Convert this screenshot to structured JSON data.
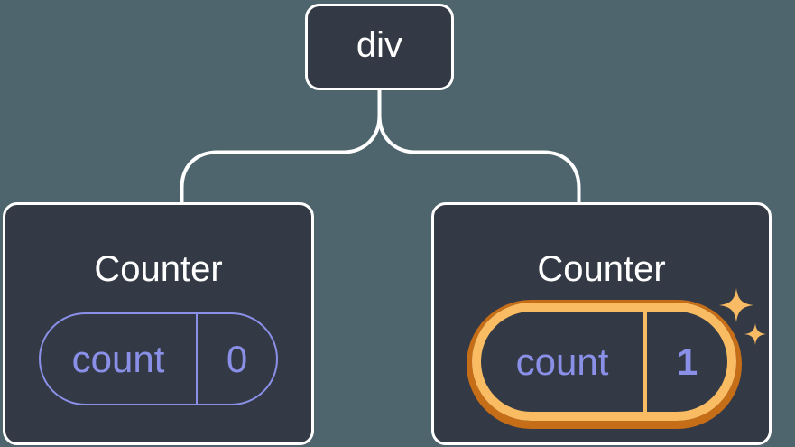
{
  "canvas": {
    "background": "#4E656E"
  },
  "colors": {
    "node_background": "#343A45",
    "node_border": "#FFFFFF",
    "connector": "#FFFFFF",
    "state_lavender": "#8A90E8",
    "highlight_gold": "#FABC63",
    "highlight_dark_orange": "#C66D17",
    "title_text": "#FFFFFF"
  },
  "tree": {
    "root_node": {
      "label": "div"
    },
    "counters": [
      {
        "title": "Counter",
        "state_key": "count",
        "state_value": "0",
        "highlighted": false
      },
      {
        "title": "Counter",
        "state_key": "count",
        "state_value": "1",
        "highlighted": true,
        "decoration": "sparkles-icon"
      }
    ]
  }
}
